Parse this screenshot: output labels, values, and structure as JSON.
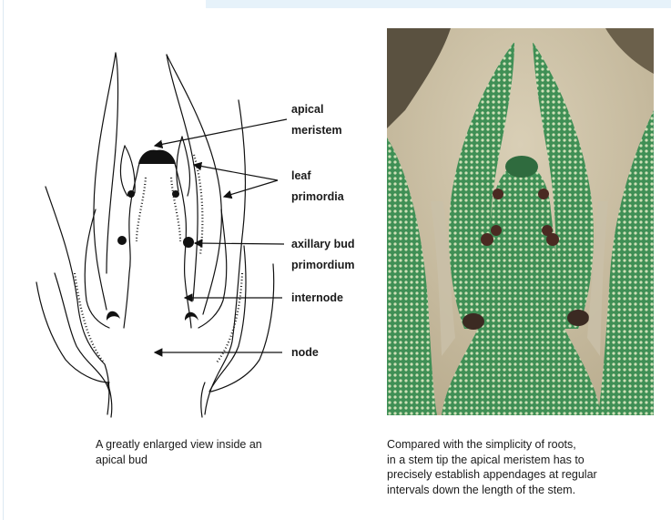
{
  "labels": {
    "apical": "apical",
    "meristem": "meristem",
    "leaf": "leaf",
    "primordia": "primordia",
    "axillary_bud": "axillary bud",
    "primordium": "primordium",
    "internode": "internode",
    "node": "node"
  },
  "captions": {
    "left": [
      "A greatly enlarged view inside an",
      "apical bud"
    ],
    "right": [
      "Compared with the simplicity of roots,",
      "in a stem tip the apical meristem has to",
      "precisely establish appendages at regular",
      "intervals down the length of the stem."
    ]
  },
  "colors": {
    "header_band": "#e6f2fa",
    "photo_background": "#c9bfa8",
    "tissue_green": "#3f8f55"
  }
}
